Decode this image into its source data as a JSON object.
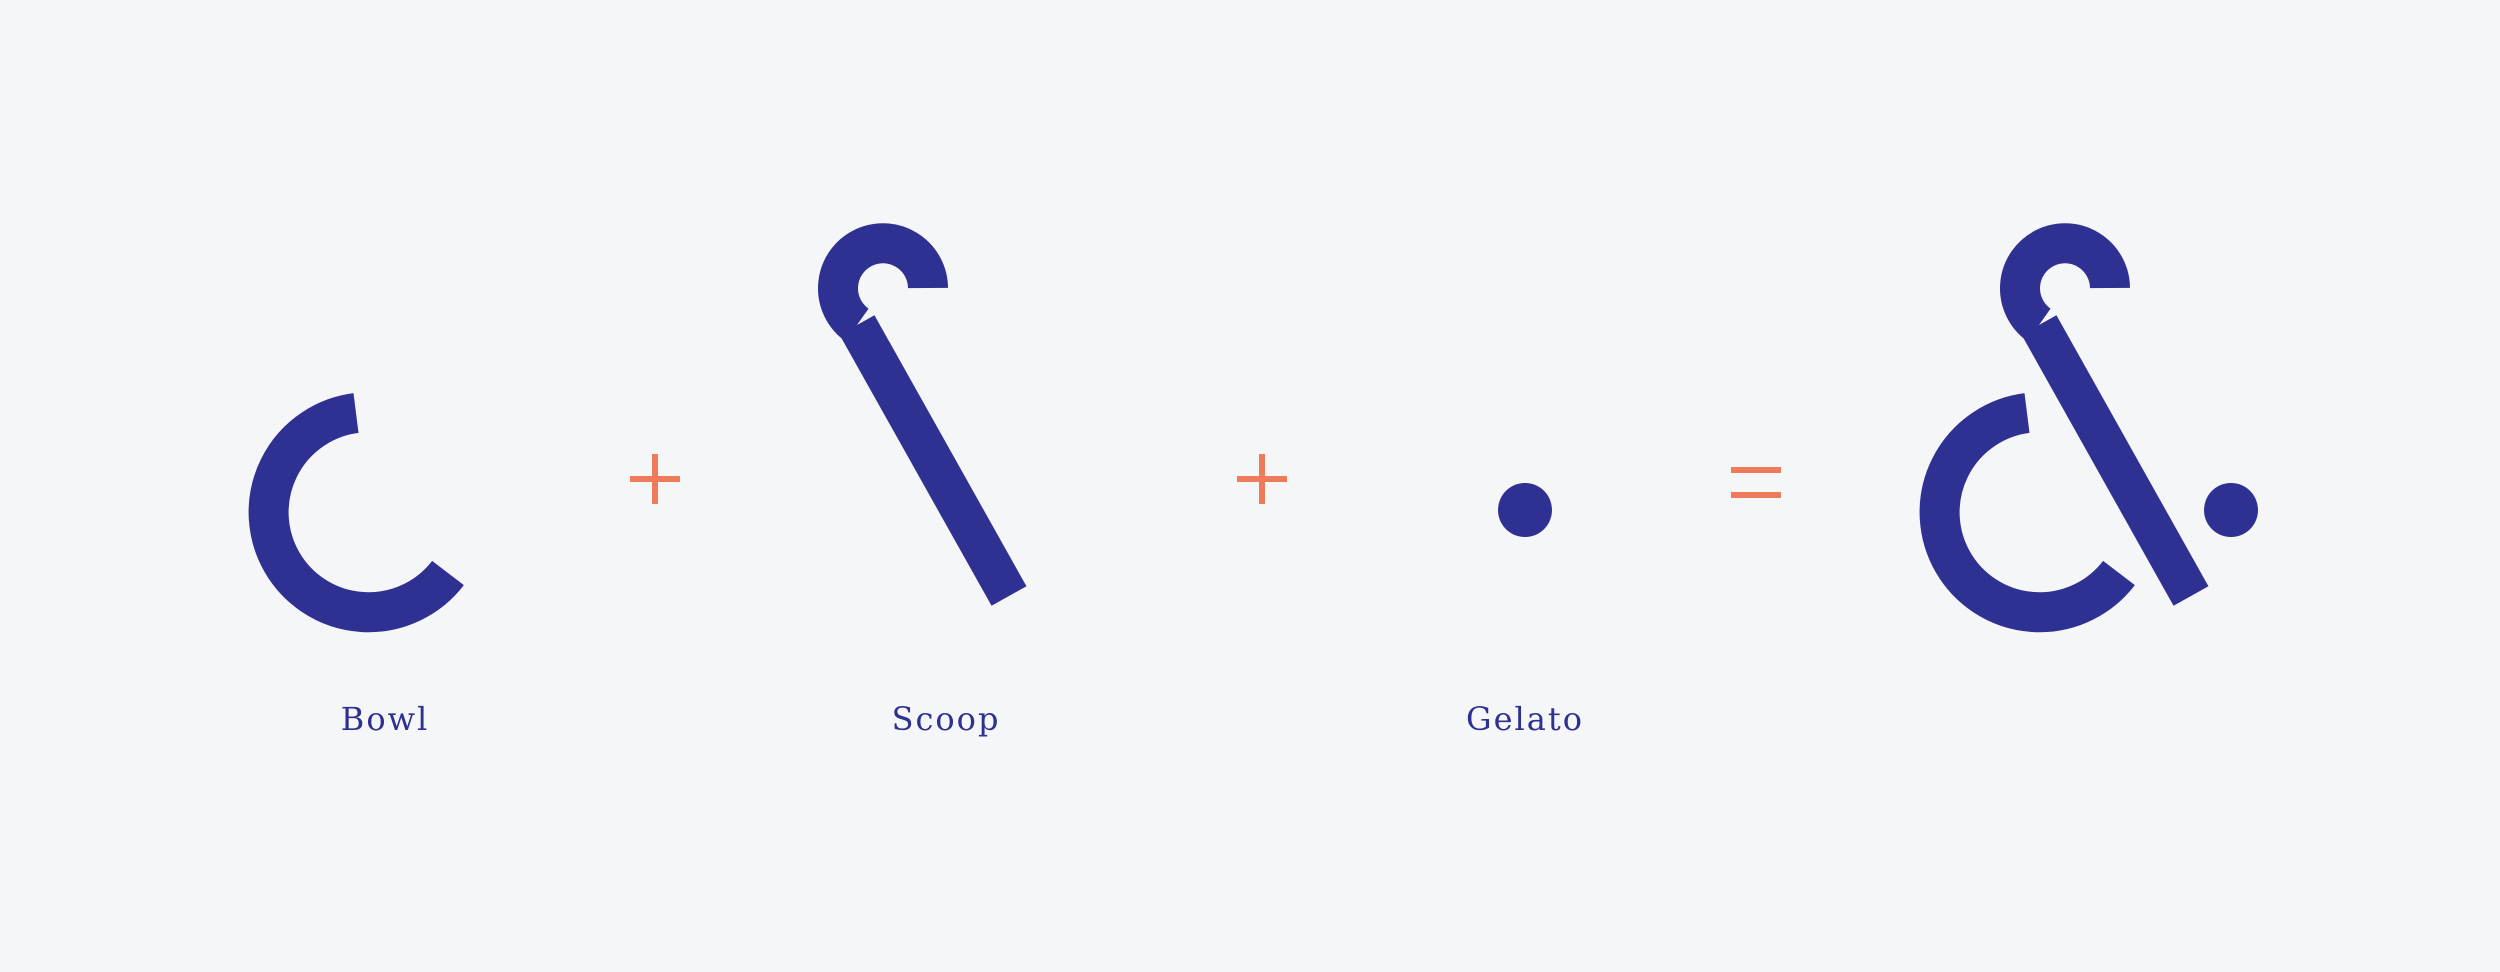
{
  "colors": {
    "background": "#f5f6f8",
    "shape": "#2e3192",
    "operator": "#ee7b5a",
    "label": "#2e3192"
  },
  "parts": [
    {
      "label": "Bowl",
      "shape": "open-circle-arc"
    },
    {
      "label": "Scoop",
      "shape": "cane-stroke"
    },
    {
      "label": "Gelato",
      "shape": "dot"
    }
  ],
  "operators": [
    "+",
    "+",
    "="
  ],
  "result": {
    "shape": "ampersand"
  }
}
